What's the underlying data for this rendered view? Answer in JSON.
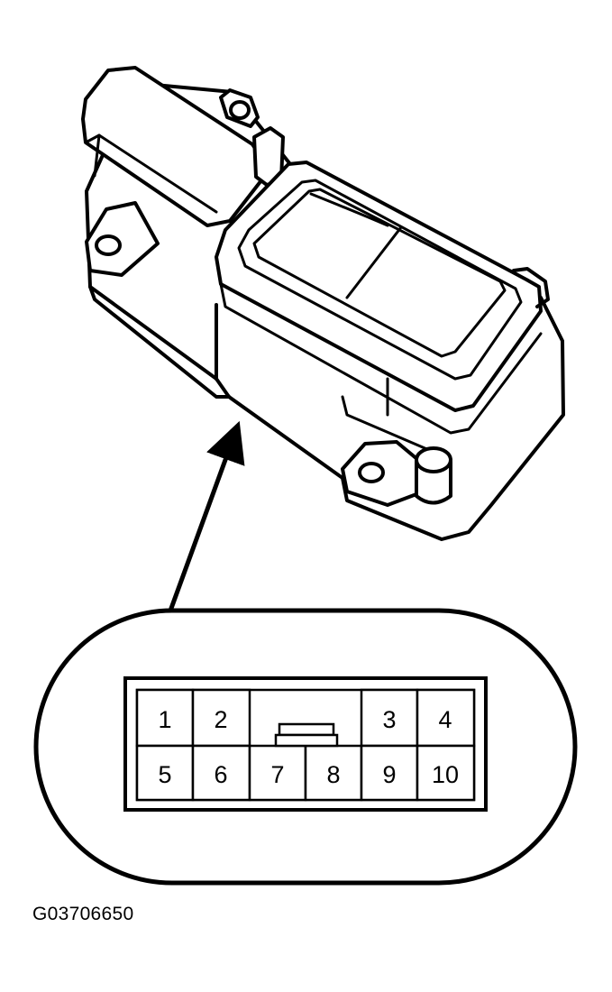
{
  "figure_code": "G03706650",
  "connector": {
    "pins_top": [
      "1",
      "2",
      "3",
      "4"
    ],
    "pins_bottom": [
      "5",
      "6",
      "7",
      "8",
      "9",
      "10"
    ]
  }
}
